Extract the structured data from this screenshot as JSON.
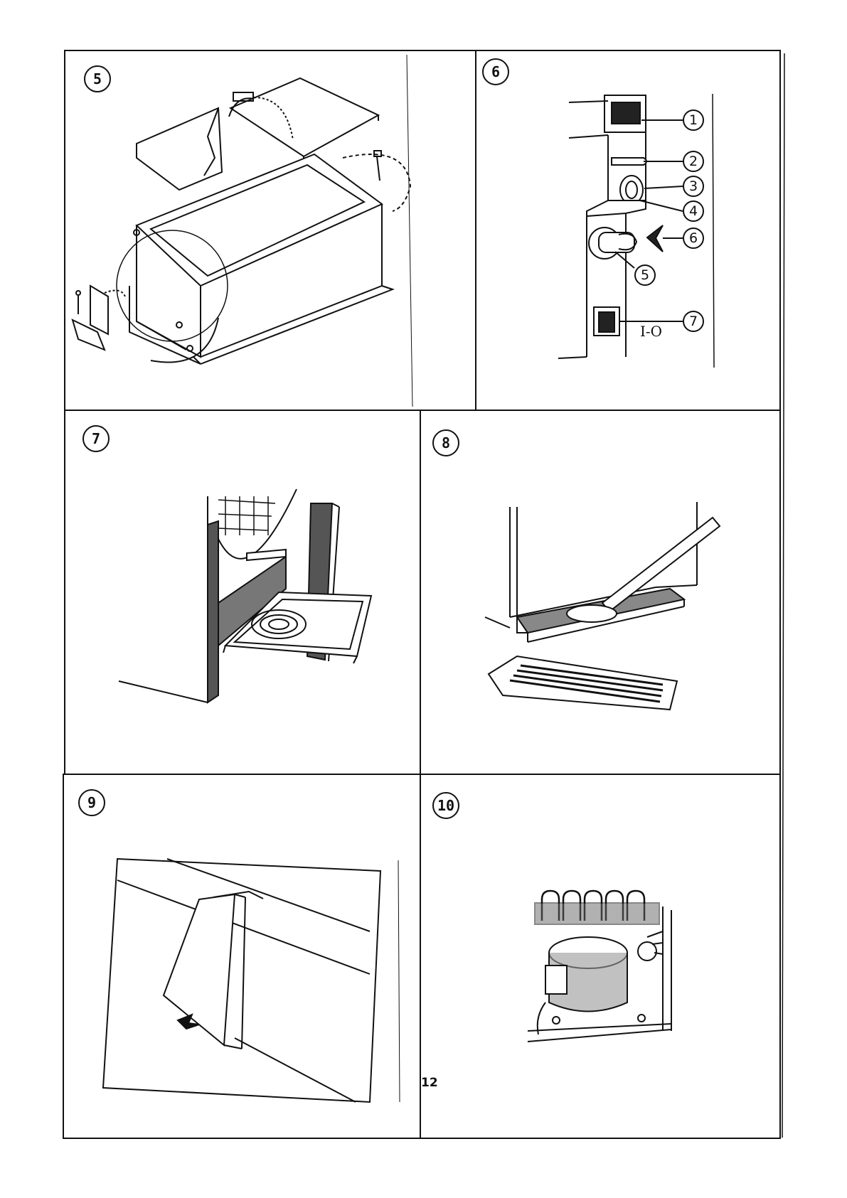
{
  "page": {
    "page_number": "12"
  },
  "panels": [
    {
      "number": "5"
    },
    {
      "number": "6",
      "callouts": [
        "1",
        "2",
        "3",
        "4",
        "5",
        "6",
        "7"
      ],
      "switch_label": "I-O"
    },
    {
      "number": "7"
    },
    {
      "number": "8"
    },
    {
      "number": "9"
    },
    {
      "number": "10"
    }
  ],
  "colors": {
    "ink": "#111111",
    "paper": "#ffffff",
    "shade": "#555555"
  }
}
